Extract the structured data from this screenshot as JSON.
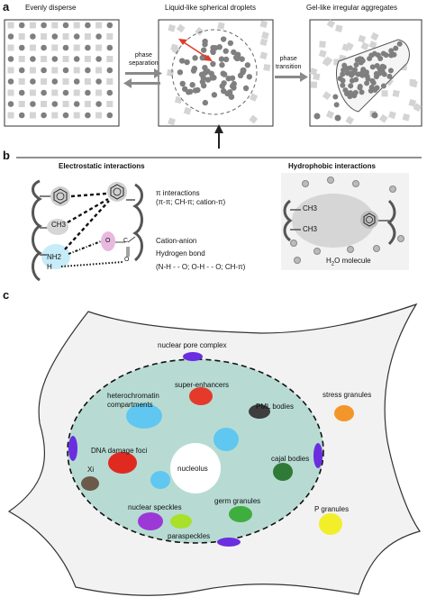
{
  "panel_a": {
    "letter": "a",
    "box1_title": "Evenly disperse",
    "box2_title": "Liquid-like spherical droplets",
    "box3_title": "Gel-like irregular aggregates",
    "arrow1_label": [
      "phase",
      "separation"
    ],
    "arrow2_label": [
      "phase",
      "transition"
    ],
    "colors": {
      "square": "#d4d4d4",
      "dot": "#7f7f7f",
      "droplet_dot": "#808080",
      "red_arrow": "#e03a2a"
    }
  },
  "panel_b": {
    "letter": "b",
    "electrostatic_title": "Electrostatic interactions",
    "hydrophobic_title": "Hydrophobic interactions",
    "ch3": "CH3",
    "nh2": "NH2",
    "h": "H",
    "o": "O",
    "c": "C",
    "pi_label_1": "π interactions",
    "pi_label_2": "(π-π; CH-π; cation-π)",
    "cation_anion": "Cation-anion",
    "hydrogen_bond": "Hydrogen bond",
    "hbond_detail": "(N-H - - O; O-H - - O; CH-π)",
    "hyd_ch3_top": "CH3",
    "hyd_ch3_bottom": "CH3",
    "water_label_h": "H",
    "water_label_2": "2",
    "water_label_rest": "O molecule",
    "colors": {
      "nh2_blob": "#c6ecf7",
      "o_blob": "#e8b8e0",
      "hyd_box": "#f2f2f2",
      "hyd_blob": "#d6d6d6"
    }
  },
  "panel_c": {
    "letter": "c",
    "labels": {
      "nuclear_pore_complex": "nuclear pore complex",
      "super_enhancers": "super-enhancers",
      "heterochromatin_1": "heterochromatin",
      "heterochromatin_2": "compartments",
      "pml_bodies": "PML bodies",
      "stress_granules": "stress granules",
      "dna_damage_foci": "DNA damage foci",
      "cajal_bodies": "cajal bodies",
      "xi": "Xi",
      "nucleolus": "nucleolus",
      "germ_granules": "germ granules",
      "nuclear_speckles": "nuclear speckles",
      "paraspeckles": "paraspeckles",
      "p_granules": "P granules"
    },
    "colors": {
      "cell": "#f2f2f2",
      "nucleus": "#b7dbd3",
      "pore": "#6a2ee0",
      "super_enhancer": "#e53a2b",
      "heterochromatin": "#5fc7f0",
      "pml": "#3e3e3e",
      "stress": "#f3962a",
      "dna_damage": "#e02a20",
      "cajal": "#2f7a36",
      "xi": "#6b5a4a",
      "germ": "#3fae3f",
      "speckle": "#9b38d6",
      "paraspeckle": "#a9e02a",
      "p_granule": "#f2ee2a"
    }
  }
}
